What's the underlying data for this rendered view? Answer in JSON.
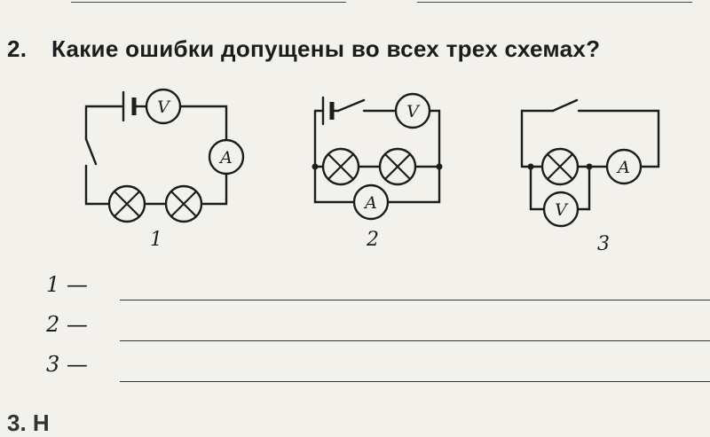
{
  "question": {
    "number": "2.",
    "text": "Какие ошибки допущены во всех трех схемах?"
  },
  "diagrams": [
    {
      "caption": "1",
      "components": [
        {
          "type": "battery"
        },
        {
          "type": "voltmeter",
          "label": "V"
        },
        {
          "type": "ammeter",
          "label": "A"
        },
        {
          "type": "switch"
        },
        {
          "type": "lamp"
        },
        {
          "type": "lamp"
        }
      ]
    },
    {
      "caption": "2",
      "components": [
        {
          "type": "battery"
        },
        {
          "type": "switch"
        },
        {
          "type": "voltmeter",
          "label": "V"
        },
        {
          "type": "lamp"
        },
        {
          "type": "lamp"
        },
        {
          "type": "ammeter",
          "label": "A"
        }
      ]
    },
    {
      "caption": "3",
      "components": [
        {
          "type": "switch"
        },
        {
          "type": "lamp"
        },
        {
          "type": "ammeter",
          "label": "A"
        },
        {
          "type": "voltmeter",
          "label": "V"
        }
      ]
    }
  ],
  "answers": [
    {
      "label": "1 —",
      "value": ""
    },
    {
      "label": "2 —",
      "value": ""
    },
    {
      "label": "3 —",
      "value": ""
    }
  ],
  "next_question": {
    "text": "3.    Н"
  }
}
